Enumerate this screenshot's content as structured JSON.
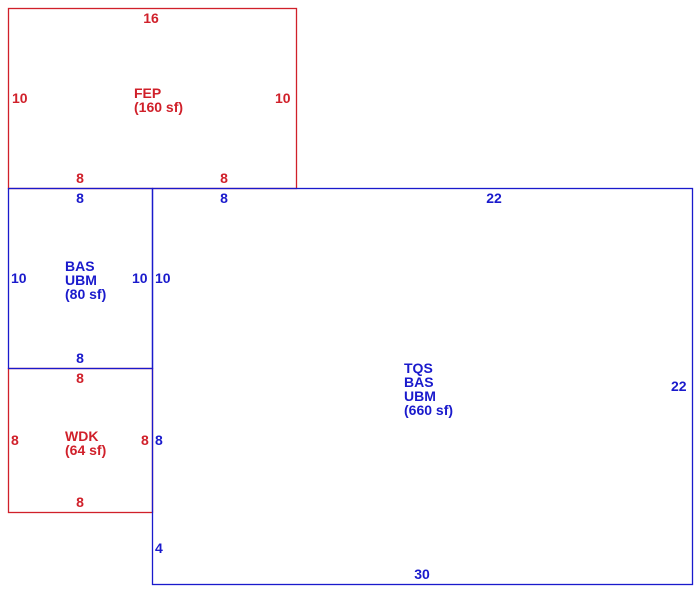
{
  "colors": {
    "red": "#d0202a",
    "blue": "#1a1acc"
  },
  "areas": {
    "fep": {
      "code": "FEP",
      "area": "(160 sf)",
      "dim_top": "16",
      "dim_left": "10",
      "dim_right": "10",
      "dim_bottom_left": "8",
      "dim_bottom_right": "8"
    },
    "bas_ubm": {
      "code1": "BAS",
      "code2": "UBM",
      "area": "(80 sf)",
      "dim_top": "8",
      "dim_left": "10",
      "dim_right": "10",
      "dim_bottom": "8"
    },
    "wdk": {
      "code": "WDK",
      "area": "(64 sf)",
      "dim_top": "8",
      "dim_left": "8",
      "dim_right": "8",
      "dim_bottom": "8"
    },
    "tqs": {
      "code1": "TQS",
      "code2": "BAS",
      "code3": "UBM",
      "area": "(660 sf)",
      "dim_top_left": "8",
      "dim_top_right": "22",
      "dim_left_upper": "10",
      "dim_left_middle": "8",
      "dim_left_lower": "4",
      "dim_right": "22",
      "dim_bottom": "30"
    }
  }
}
